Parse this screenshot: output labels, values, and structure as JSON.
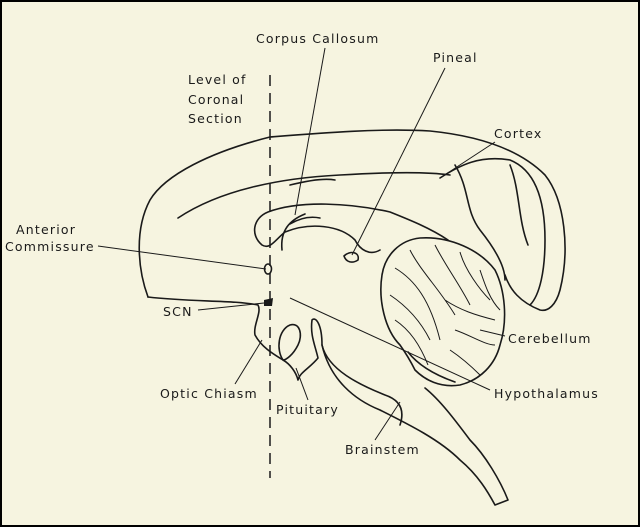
{
  "title": "Sagittal brain diagram",
  "labels": {
    "corpus_callosum": "Corpus Callosum",
    "pineal": "Pineal",
    "level_line1": "Level of",
    "level_line2": "Coronal",
    "level_line3": "Section",
    "cortex": "Cortex",
    "anterior_line1": "Anterior",
    "anterior_line2": "Commissure",
    "scn": "SCN",
    "cerebellum": "Cerebellum",
    "hypothalamus": "Hypothalamus",
    "optic_chiasm": "Optic Chiasm",
    "pituitary": "Pituitary",
    "brainstem": "Brainstem"
  },
  "colors": {
    "background": "#f6f4e0",
    "ink": "#1a1a1a"
  }
}
